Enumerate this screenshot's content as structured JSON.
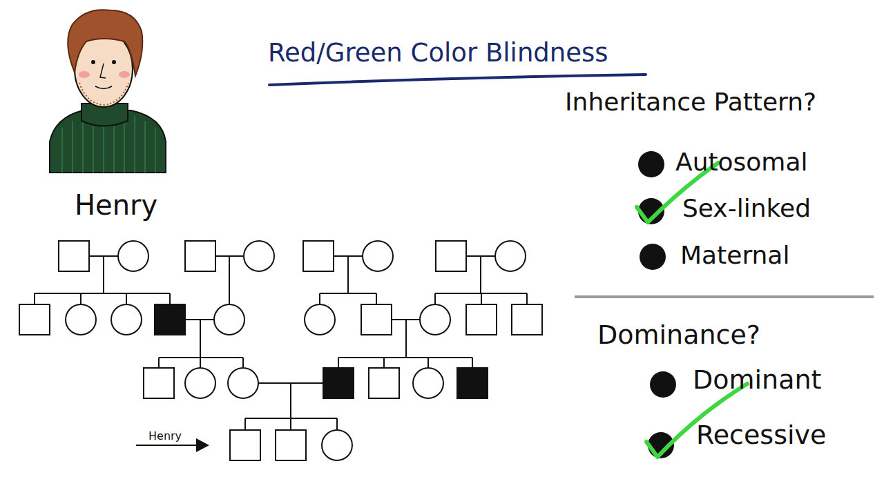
{
  "diagram": {
    "title": "Red/Green Color Blindness",
    "labels": [
      "Henry",
      "Henry",
      "Inheritance Pattern?",
      "Autosomal",
      "Sex-linked",
      "Maternal",
      "Dominance?",
      "Dominant",
      "Recessive"
    ]
  }
}
